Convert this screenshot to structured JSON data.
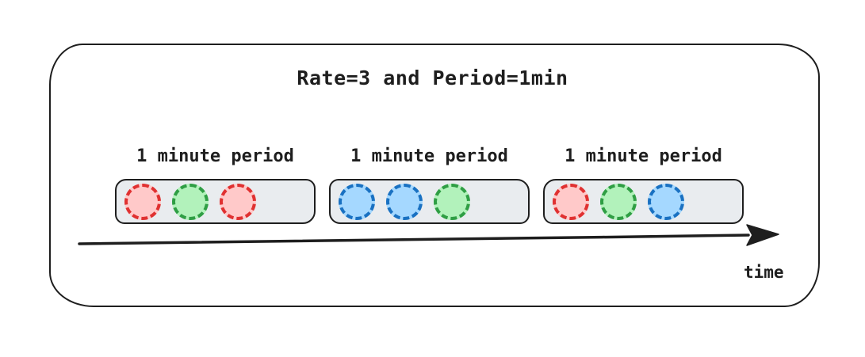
{
  "title": "Rate=3 and Period=1min",
  "timeline": {
    "label": "time"
  },
  "periods": [
    {
      "label": "1 minute period",
      "requests": [
        "red",
        "green",
        "red"
      ]
    },
    {
      "label": "1 minute period",
      "requests": [
        "blue",
        "blue",
        "green"
      ]
    },
    {
      "label": "1 minute period",
      "requests": [
        "red",
        "green",
        "blue"
      ]
    }
  ],
  "request_colors": {
    "red": {
      "stroke": "#e03131",
      "fill": "#ffc9c9"
    },
    "green": {
      "stroke": "#2f9e44",
      "fill": "#b2f2bb"
    },
    "blue": {
      "stroke": "#1971c2",
      "fill": "#a5d8ff"
    }
  },
  "frame": {
    "stroke": "#1e1e1e"
  },
  "period_box": {
    "fill": "#e9ecef",
    "stroke": "#1e1e1e"
  }
}
